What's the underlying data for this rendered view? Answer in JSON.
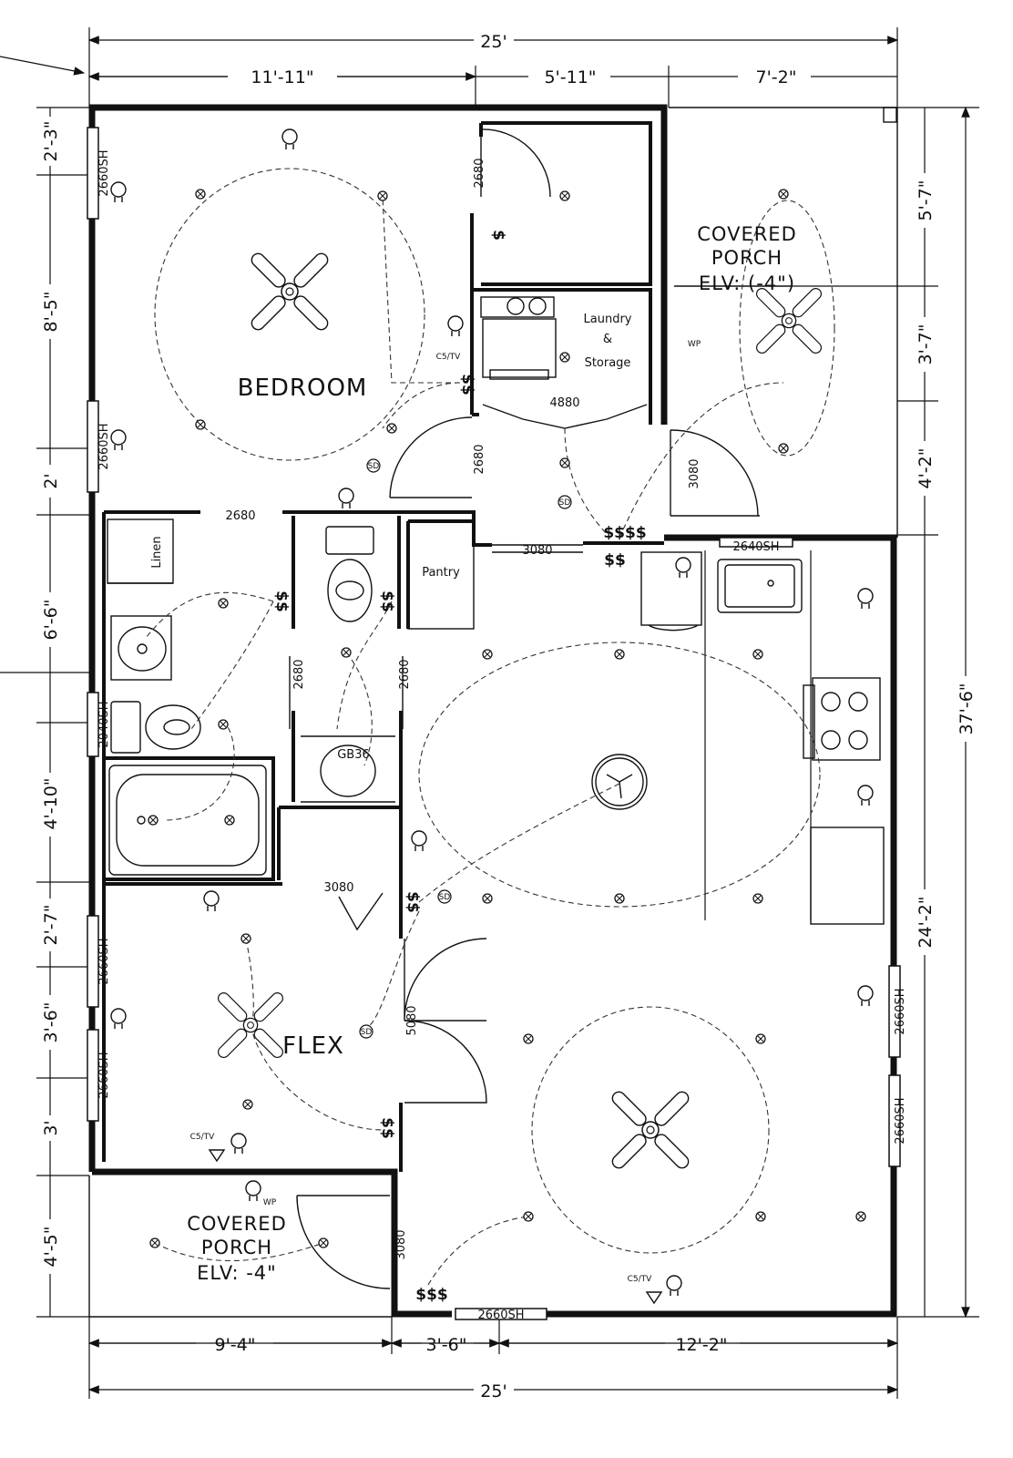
{
  "dimensions": {
    "overall_top": "25'",
    "top": [
      "11'-11\"",
      "5'-11\"",
      "7'-2\""
    ],
    "left": [
      "2'-3\"",
      "8'-5\"",
      "2'",
      "6'-6\"",
      "4'-10\"",
      "2'-7\"",
      "3'-6\"",
      "3'",
      "4'-5\""
    ],
    "right_inner": [
      "5'-7\"",
      "3'-7\"",
      "4'-2\"",
      "24'-2\""
    ],
    "right_overall": "37'-6\"",
    "bottom": [
      "9'-4\"",
      "3'-6\"",
      "12'-2\""
    ],
    "overall_bottom": "25'"
  },
  "rooms": {
    "bedroom": "BEDROOM",
    "flex": "FLEX",
    "laundry_line1": "Laundry",
    "laundry_line2": "&",
    "laundry_line3": "Storage",
    "linen": "Linen",
    "pantry": "Pantry",
    "porch_top_line1": "COVERED",
    "porch_top_line2": "PORCH",
    "porch_top_line3": "ELV: (-4\")",
    "porch_bottom_line1": "COVERED",
    "porch_bottom_line2": "PORCH",
    "porch_bottom_line3": "ELV: -4\""
  },
  "labels": {
    "win_2660sh": "2660SH",
    "win_2040sh": "2040SH",
    "win_2640sh": "2640SH",
    "door_2680": "2680",
    "door_3080": "3080",
    "door_4880": "4880",
    "door_5080": "5080",
    "gb36": "GB36",
    "c5tv": "C5/TV",
    "wp": "WP",
    "sd": "SD",
    "sw_single": "$",
    "sw_double": "$$",
    "sw_triple": "$$$",
    "sw_quad": "$$$$"
  }
}
